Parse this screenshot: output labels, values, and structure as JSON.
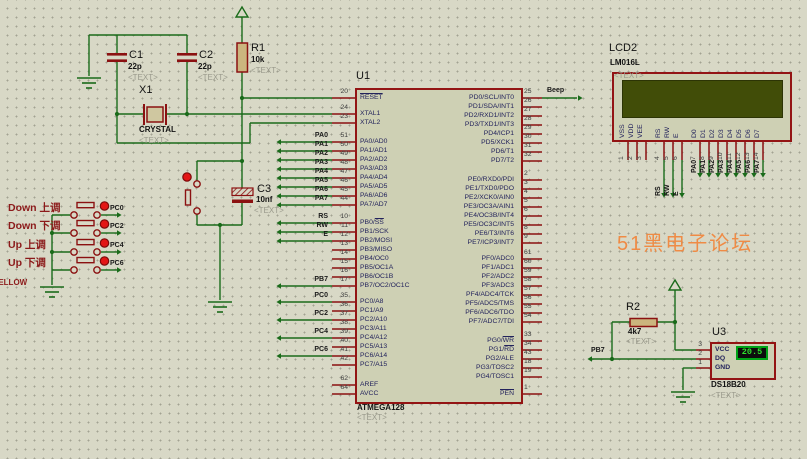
{
  "watermark": "51黑电子论坛",
  "text_placeholder": "<TEXT>",
  "edge_labels": {
    "yellow": "YELLOW"
  },
  "mcu": {
    "ref": "U1",
    "value": "ATMEGA128",
    "left_pins": [
      {
        "name": "",
        "ovl": "RESET",
        "num": "20"
      },
      {
        "name": "XTAL1",
        "num": "24"
      },
      {
        "name": "XTAL2",
        "num": "23"
      },
      {
        "name": "PA0/AD0",
        "num": "51",
        "net": "PA0"
      },
      {
        "name": "PA1/AD1",
        "num": "50",
        "net": "PA1"
      },
      {
        "name": "PA2/AD2",
        "num": "49",
        "net": "PA2"
      },
      {
        "name": "PA3/AD3",
        "num": "48",
        "net": "PA3"
      },
      {
        "name": "PA4/AD4",
        "num": "47",
        "net": "PA4"
      },
      {
        "name": "PA5/AD5",
        "num": "46",
        "net": "PA5"
      },
      {
        "name": "PA6/AD6",
        "num": "45",
        "net": "PA6"
      },
      {
        "name": "PA7/AD7",
        "num": "44",
        "net": "PA7"
      },
      {
        "name": "PB0/",
        "ovl": "SS",
        "num": "10",
        "net": "RS"
      },
      {
        "name": "PB1/SCK",
        "num": "11",
        "net": "RW"
      },
      {
        "name": "PB2/MOSI",
        "num": "12",
        "net": "E"
      },
      {
        "name": "PB3/MISO",
        "num": "13"
      },
      {
        "name": "PB4/OC0",
        "num": "14"
      },
      {
        "name": "PB5/OC1A",
        "num": "15"
      },
      {
        "name": "PB6/OC1B",
        "num": "16"
      },
      {
        "name": "PB7/OC2/OC1C",
        "num": "17",
        "net": "PB7"
      },
      {
        "name": "PC0/A8",
        "num": "35",
        "net": "PC0"
      },
      {
        "name": "PC1/A9",
        "num": "36"
      },
      {
        "name": "PC2/A10",
        "num": "37",
        "net": "PC2"
      },
      {
        "name": "PC3/A11",
        "num": "38"
      },
      {
        "name": "PC4/A12",
        "num": "39",
        "net": "PC4"
      },
      {
        "name": "PC5/A13",
        "num": "40"
      },
      {
        "name": "PC6/A14",
        "num": "41",
        "net": "PC6"
      },
      {
        "name": "PC7/A15",
        "num": "42"
      },
      {
        "name": "AREF",
        "num": "62"
      },
      {
        "name": "AVCC",
        "num": "64"
      }
    ],
    "right_pins": [
      {
        "name": "PD0/SCL/INT0",
        "num": "25",
        "net": "Beep"
      },
      {
        "name": "PD1/SDA/INT1",
        "num": "26"
      },
      {
        "name": "PD2/RXD1/INT2",
        "num": "27"
      },
      {
        "name": "PD3/TXD1/INT3",
        "num": "28"
      },
      {
        "name": "PD4/ICP1",
        "num": "29"
      },
      {
        "name": "PD5/XCK1",
        "num": "30"
      },
      {
        "name": "PD6/T1",
        "num": "31"
      },
      {
        "name": "PD7/T2",
        "num": "32"
      },
      {
        "name": "PE0/RXD0/PDI",
        "num": "2"
      },
      {
        "name": "PE1/TXD0/PDO",
        "num": "3"
      },
      {
        "name": "PE2/XCK0/AIN0",
        "num": "4"
      },
      {
        "name": "PE3/OC3A/AIN1",
        "num": "5"
      },
      {
        "name": "PE4/OC3B/INT4",
        "num": "6"
      },
      {
        "name": "PE5/OC3C/INT5",
        "num": "7"
      },
      {
        "name": "PE6/T3/INT6",
        "num": "8"
      },
      {
        "name": "PE7/ICP3/INT7",
        "num": "9"
      },
      {
        "name": "PF0/ADC0",
        "num": "61"
      },
      {
        "name": "PF1/ADC1",
        "num": "60"
      },
      {
        "name": "PF2/ADC2",
        "num": "59"
      },
      {
        "name": "PF3/ADC3",
        "num": "58"
      },
      {
        "name": "PF4/ADC4/TCK",
        "num": "57"
      },
      {
        "name": "PF5/ADC5/TMS",
        "num": "56"
      },
      {
        "name": "PF6/ADC6/TDO",
        "num": "55"
      },
      {
        "name": "PF7/ADC7/TDI",
        "num": "54"
      },
      {
        "name": "PG0/",
        "ovl": "WR",
        "num": "33"
      },
      {
        "name": "PG1/",
        "ovl": "RD",
        "num": "34"
      },
      {
        "name": "PG2/ALE",
        "num": "43"
      },
      {
        "name": "PG3/TOSC2",
        "num": "18"
      },
      {
        "name": "PG4/TOSC1",
        "num": "19"
      },
      {
        "name": "",
        "ovl": "PEN",
        "num": "1"
      }
    ]
  },
  "reset_circuit": {
    "c1": {
      "ref": "C1",
      "value": "22p"
    },
    "c2": {
      "ref": "C2",
      "value": "22p"
    },
    "c3": {
      "ref": "C3",
      "value": "10nf"
    },
    "x1": {
      "ref": "X1",
      "value": "CRYSTAL"
    },
    "r1": {
      "ref": "R1",
      "value": "10k"
    }
  },
  "buttons": [
    {
      "label": "Down 上调",
      "net": "PC0"
    },
    {
      "label": "Down 下调",
      "net": "PC2"
    },
    {
      "label": "Up 上调",
      "net": "PC4"
    },
    {
      "label": "Up 下调",
      "net": "PC6"
    }
  ],
  "lcd": {
    "ref": "LCD2",
    "value": "LM016L",
    "pins": [
      {
        "name": "VSS",
        "num": "1"
      },
      {
        "name": "VDD",
        "num": "2"
      },
      {
        "name": "VEE",
        "num": "3"
      },
      {
        "name": "RS",
        "num": "4"
      },
      {
        "name": "RW",
        "num": "5"
      },
      {
        "name": "E",
        "num": "6"
      },
      {
        "name": "D0",
        "num": "7"
      },
      {
        "name": "D1",
        "num": "8"
      },
      {
        "name": "D2",
        "num": "9"
      },
      {
        "name": "D3",
        "num": "10"
      },
      {
        "name": "D4",
        "num": "11"
      },
      {
        "name": "D5",
        "num": "12"
      },
      {
        "name": "D6",
        "num": "13"
      },
      {
        "name": "D7",
        "num": "14"
      }
    ],
    "wire_labels": [
      "RS",
      "RW",
      "E",
      "PA0",
      "PA1",
      "PA2",
      "PA3",
      "PA4",
      "PA5",
      "PA6",
      "PA7"
    ]
  },
  "sensor": {
    "ref": "U3",
    "value": "DS18B20",
    "display": "20.5",
    "net_label": "PB7",
    "pins": [
      {
        "name": "VCC",
        "num": "3"
      },
      {
        "name": "DQ",
        "num": "2"
      },
      {
        "name": "GND",
        "num": "1"
      }
    ],
    "pullup": {
      "ref": "R2",
      "value": "4k7"
    }
  },
  "colors": {
    "wire_green": "#1a6b1a",
    "component_red": "#8b1111",
    "watermark_orange": "#ef8b45",
    "lcd_screen": "#414d08",
    "display_digits": "#2ee62e",
    "button_dot_red": "#e31515"
  }
}
